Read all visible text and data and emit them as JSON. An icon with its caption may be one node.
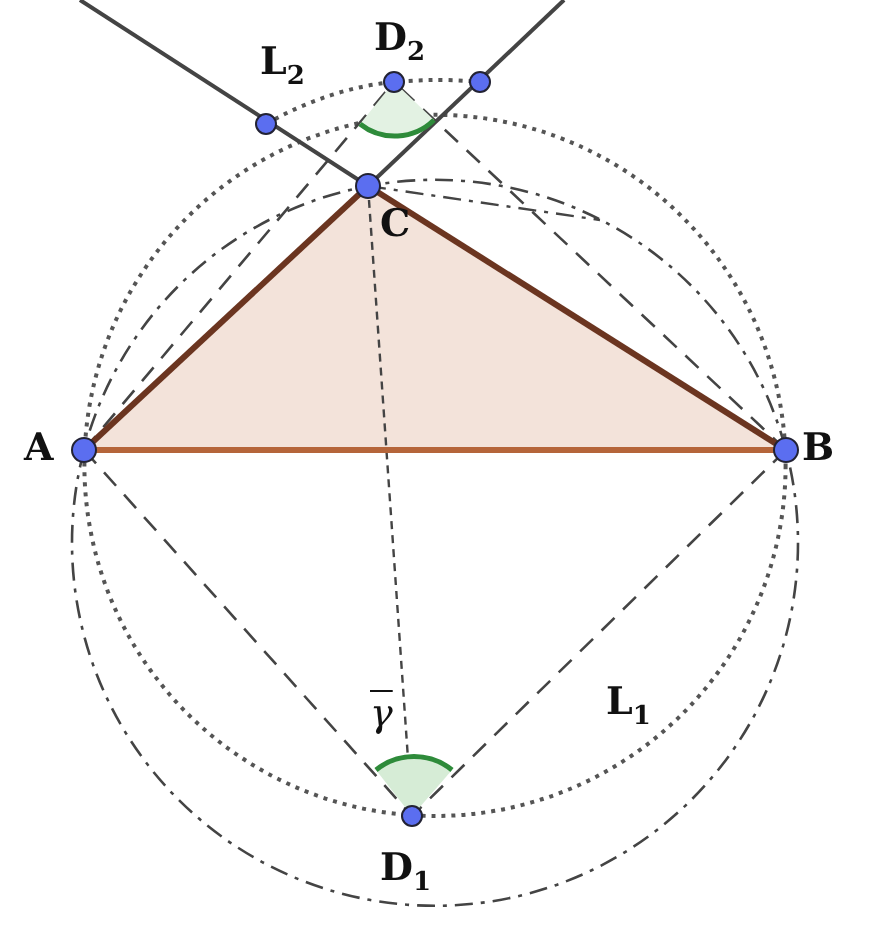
{
  "diagram": {
    "labels": [
      "L$_{2}$",
      "D$_{2}$",
      "C",
      "A",
      "B",
      "γ",
      "L$_{1}$",
      "D$_{1}$"
    ]
  }
}
